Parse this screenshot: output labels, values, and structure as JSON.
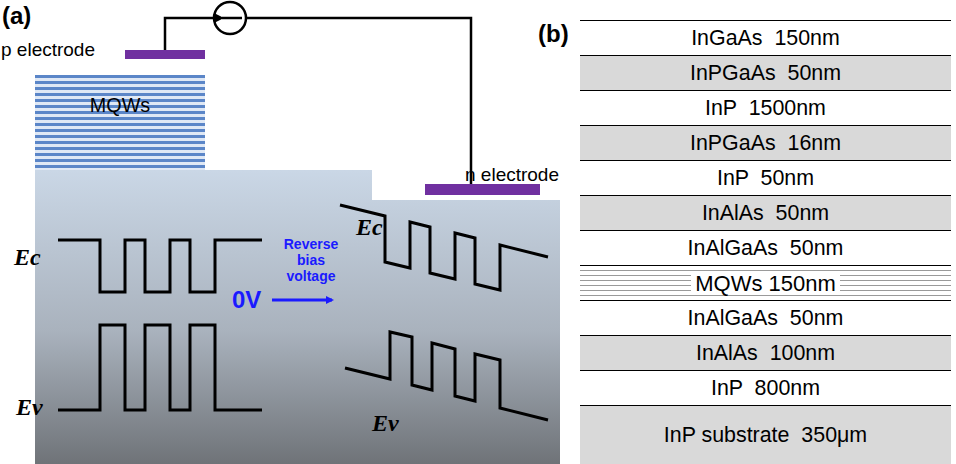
{
  "diagram": {
    "nodes": [
      {
        "text": [
          "p electrode"
        ]
      },
      {
        "text": [
          "MQWs"
        ]
      },
      {
        "text": [
          "n electrode"
        ]
      },
      {
        "text": [
          "InGaAs  150nm"
        ]
      },
      {
        "text": [
          "InPGaAs  50nm"
        ]
      },
      {
        "text": [
          "InP  1500nm"
        ]
      },
      {
        "text": [
          "InPGaAs  16nm"
        ]
      },
      {
        "text": [
          "InP  50nm"
        ]
      },
      {
        "text": [
          "InAlAs  50nm"
        ]
      },
      {
        "text": [
          "InAlGaAs  50nm"
        ]
      },
      {
        "text": [
          "MQWs 150nm"
        ]
      },
      {
        "text": [
          "InAlGaAs  50nm"
        ]
      },
      {
        "text": [
          "InAlAs  100nm"
        ]
      },
      {
        "text": [
          "InP  800nm"
        ]
      },
      {
        "text": [
          "InP substrate  350μm"
        ]
      }
    ],
    "edges": [
      {
        "from": 0,
        "to": 2,
        "arrow": "none"
      }
    ],
    "labels": [
      "(a)",
      "(b)",
      "Ec",
      "Ev",
      "Ec",
      "Ev",
      "0V",
      "Reverse bias voltage"
    ]
  }
}
